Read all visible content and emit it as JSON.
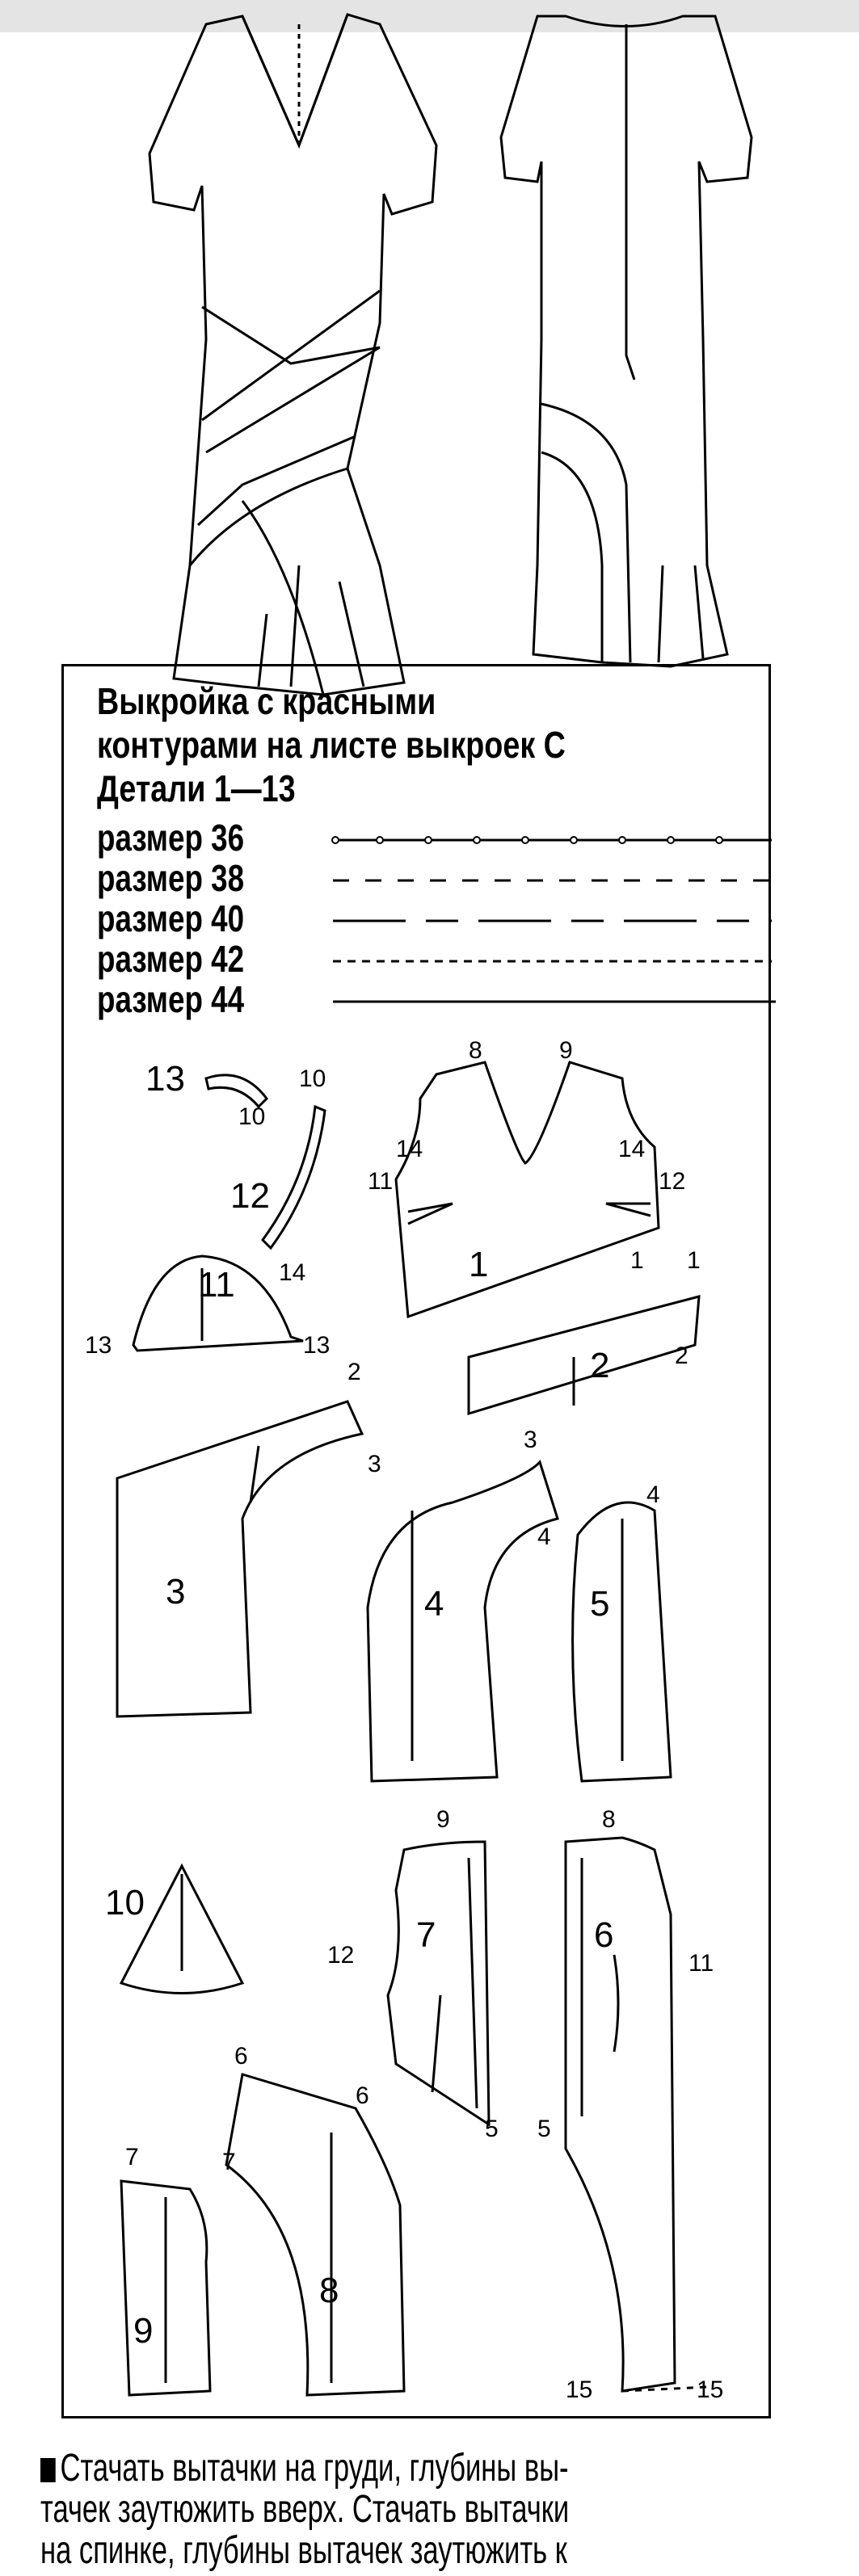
{
  "legend": {
    "title_lines": [
      "Выкройка с красными",
      "контурами на листе выкроек С",
      "Детали 1—13"
    ],
    "sizes": [
      {
        "label": "размер 36",
        "line_style": "dot-dash"
      },
      {
        "label": "размер 38",
        "line_style": "dashed"
      },
      {
        "label": "размер 40",
        "line_style": "long-dash"
      },
      {
        "label": "размер 42",
        "line_style": "fine-dashed"
      },
      {
        "label": "размер 44",
        "line_style": "solid"
      }
    ]
  },
  "pieces": {
    "p1": "1",
    "p2": "2",
    "p3": "3",
    "p4": "4",
    "p5": "5",
    "p6": "6",
    "p7": "7",
    "p8": "8",
    "p9": "9",
    "p10": "10",
    "p11": "11",
    "p12": "12",
    "p13": "13"
  },
  "marks": {
    "m8": "8",
    "m9": "9",
    "m13a": "13",
    "m10a": "10",
    "m10b": "10",
    "m14a": "14",
    "m14b": "14",
    "m11a": "11",
    "m12a": "12",
    "m1a": "1",
    "m1b": "1",
    "m13b": "13",
    "m13c": "13",
    "m14c": "14",
    "m2a": "2",
    "m2b": "2",
    "m2c": "2",
    "m3a": "3",
    "m3b": "3",
    "m4a": "4",
    "m4b": "4",
    "m9b": "9",
    "m8b": "8",
    "m12b": "12",
    "m11b": "11",
    "m6a": "6",
    "m6b": "6",
    "m5a": "5",
    "m5b": "5",
    "m7a": "7",
    "m7b": "7",
    "m15a": "15",
    "m15b": "15"
  },
  "instructions": {
    "lines": [
      "Стачать вытачки на груди, глубины вы-",
      "тачек заутюжить вверх. Стачать вытачки",
      "на спинке, глубины вытачек заутюжить к"
    ]
  }
}
